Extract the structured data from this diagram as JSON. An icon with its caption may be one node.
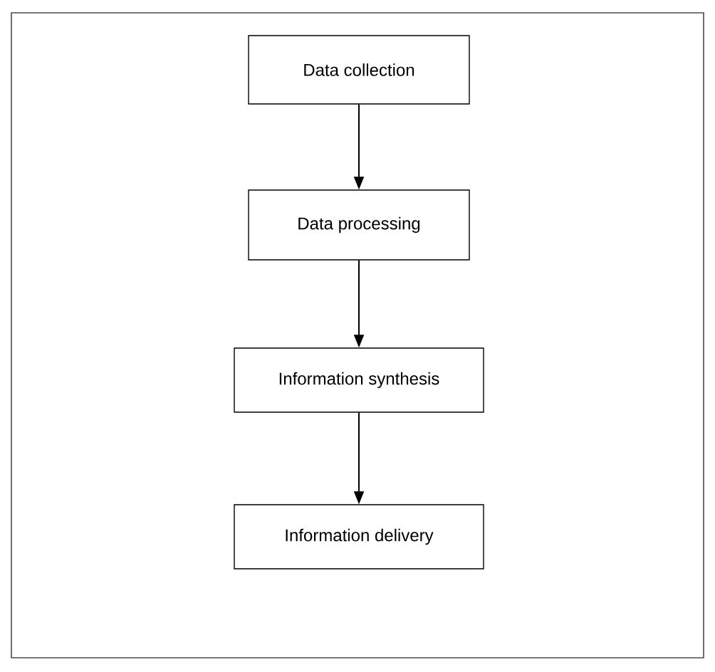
{
  "diagram": {
    "nodes": [
      {
        "text": [
          "Data collection"
        ]
      },
      {
        "text": [
          "Data processing"
        ]
      },
      {
        "text": [
          "Information synthesis"
        ]
      },
      {
        "text": [
          "Information delivery"
        ]
      }
    ],
    "edges": [
      {
        "from": 0,
        "to": 1,
        "arrow": "to"
      },
      {
        "from": 1,
        "to": 2,
        "arrow": "to"
      },
      {
        "from": 2,
        "to": 3,
        "arrow": "to"
      }
    ]
  }
}
